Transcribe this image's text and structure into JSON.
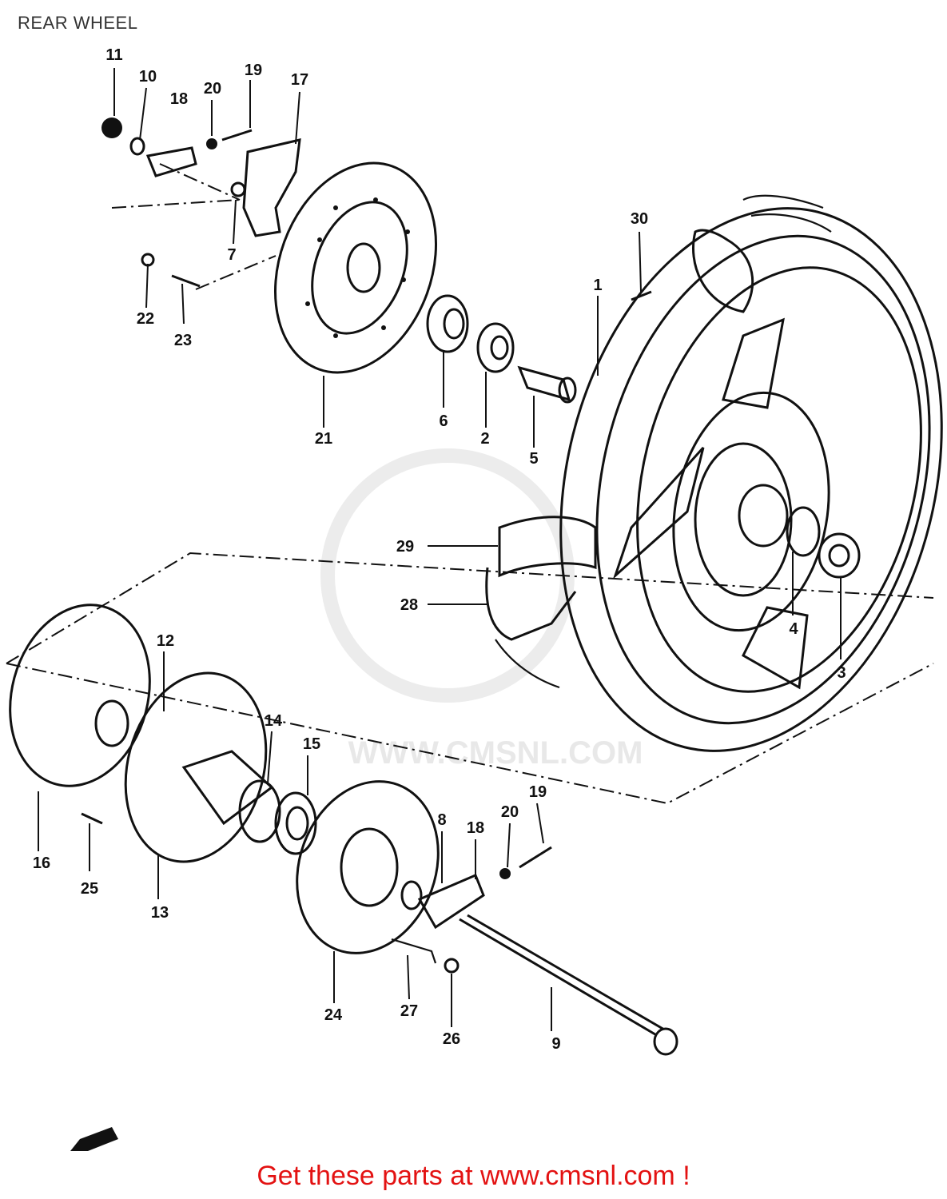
{
  "page": {
    "title": "REAR WHEEL"
  },
  "watermark": {
    "text": "WWW.CMSNL.COM"
  },
  "footer": {
    "text": "Get these parts at www.cmsnl.com !"
  },
  "parts": [
    {
      "id": "p11",
      "label": "11"
    },
    {
      "id": "p10",
      "label": "10"
    },
    {
      "id": "p18a",
      "label": "18"
    },
    {
      "id": "p20a",
      "label": "20"
    },
    {
      "id": "p19a",
      "label": "19"
    },
    {
      "id": "p17",
      "label": "17"
    },
    {
      "id": "p7",
      "label": "7"
    },
    {
      "id": "p22",
      "label": "22"
    },
    {
      "id": "p23",
      "label": "23"
    },
    {
      "id": "p21",
      "label": "21"
    },
    {
      "id": "p6",
      "label": "6"
    },
    {
      "id": "p2",
      "label": "2"
    },
    {
      "id": "p5",
      "label": "5"
    },
    {
      "id": "p1",
      "label": "1"
    },
    {
      "id": "p30",
      "label": "30"
    },
    {
      "id": "p29",
      "label": "29"
    },
    {
      "id": "p28",
      "label": "28"
    },
    {
      "id": "p4",
      "label": "4"
    },
    {
      "id": "p3",
      "label": "3"
    },
    {
      "id": "p12",
      "label": "12"
    },
    {
      "id": "p14",
      "label": "14"
    },
    {
      "id": "p15",
      "label": "15"
    },
    {
      "id": "p16",
      "label": "16"
    },
    {
      "id": "p25",
      "label": "25"
    },
    {
      "id": "p13",
      "label": "13"
    },
    {
      "id": "p8",
      "label": "8"
    },
    {
      "id": "p18b",
      "label": "18"
    },
    {
      "id": "p20b",
      "label": "20"
    },
    {
      "id": "p19b",
      "label": "19"
    },
    {
      "id": "p24",
      "label": "24"
    },
    {
      "id": "p27",
      "label": "27"
    },
    {
      "id": "p26",
      "label": "26"
    },
    {
      "id": "p9",
      "label": "9"
    }
  ]
}
